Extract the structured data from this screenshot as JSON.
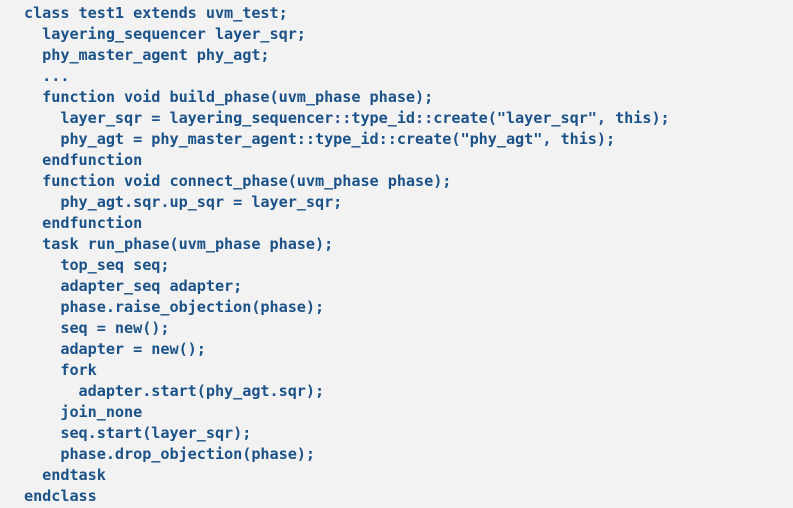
{
  "editor": {
    "language": "SystemVerilog",
    "background_color": "#f2f2f2",
    "text_color": "#1b5288",
    "font_style": "monospace-bold",
    "indent_unit_spaces": 2,
    "total_lines": 24
  },
  "code": {
    "lines": [
      "class test1 extends uvm_test;",
      "  layering_sequencer layer_sqr;",
      "  phy_master_agent phy_agt;",
      "  ...",
      "  function void build_phase(uvm_phase phase);",
      "    layer_sqr = layering_sequencer::type_id::create(\"layer_sqr\", this);",
      "    phy_agt = phy_master_agent::type_id::create(\"phy_agt\", this);",
      "  endfunction",
      "  function void connect_phase(uvm_phase phase);",
      "    phy_agt.sqr.up_sqr = layer_sqr;",
      "  endfunction",
      "  task run_phase(uvm_phase phase);",
      "    top_seq seq;",
      "    adapter_seq adapter;",
      "    phase.raise_objection(phase);",
      "    seq = new();",
      "    adapter = new();",
      "    fork",
      "      adapter.start(phy_agt.sqr);",
      "    join_none",
      "    seq.start(layer_sqr);",
      "    phase.drop_objection(phase);",
      "  endtask",
      "endclass"
    ]
  }
}
